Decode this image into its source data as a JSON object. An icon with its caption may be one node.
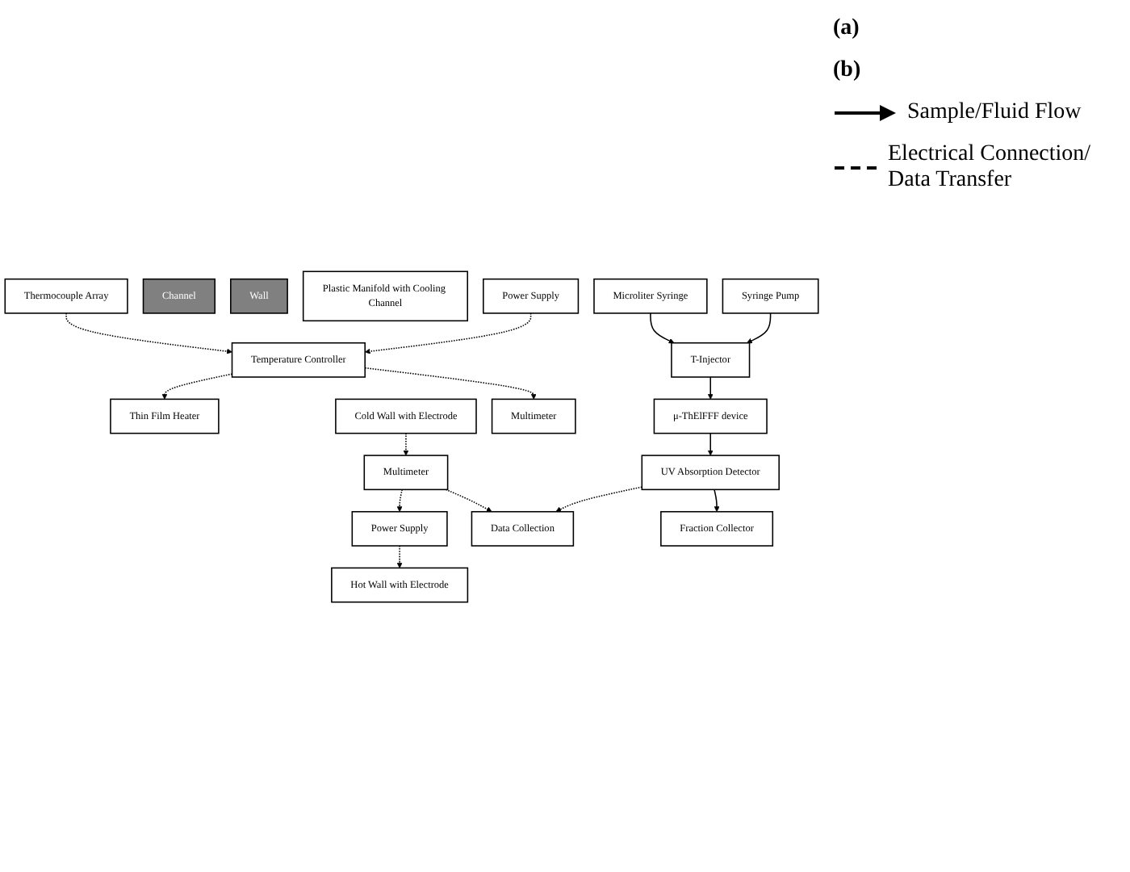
{
  "diagram": {
    "nodes": [
      {
        "text": [
          "Thermocouple Array"
        ]
      },
      {
        "text": [
          "Thin Film Heater"
        ]
      },
      {
        "text": [
          "Hot Wall with Electrode"
        ]
      },
      {
        "text": [
          "Channel"
        ]
      },
      {
        "text": [
          "Wall"
        ]
      },
      {
        "text": [
          "Cold Wall with Electrode"
        ]
      },
      {
        "text": [
          "Plastic Manifold with Cooling Channel"
        ]
      },
      {
        "text": [
          "Temperature Controller"
        ]
      },
      {
        "text": [
          "Power Supply"
        ]
      },
      {
        "text": [
          "Multimeter"
        ]
      },
      {
        "text": [
          "Power Supply"
        ]
      },
      {
        "text": [
          "Multimeter"
        ]
      },
      {
        "text": [
          "Microliter Syringe"
        ]
      },
      {
        "text": [
          "Syringe Pump"
        ]
      },
      {
        "text": [
          "T-Injector"
        ]
      },
      {
        "text": [
          "μ-ThElFFF device"
        ]
      },
      {
        "text": [
          "UV Absorption Detector"
        ]
      },
      {
        "text": [
          "Data Collection"
        ]
      },
      {
        "text": [
          "Fraction Collector"
        ]
      }
    ],
    "edges": [
      {
        "from": 0,
        "to": 7,
        "arrow": "to",
        "style": "dashed"
      },
      {
        "from": 7,
        "to": 1,
        "arrow": "to",
        "style": "dashed"
      },
      {
        "from": 8,
        "to": 7,
        "arrow": "to",
        "style": "dashed"
      },
      {
        "from": 7,
        "to": 9,
        "arrow": "to",
        "style": "dashed"
      },
      {
        "from": 10,
        "to": 2,
        "arrow": "to",
        "style": "dashed"
      },
      {
        "from": 11,
        "to": 10,
        "arrow": "to",
        "style": "dashed"
      },
      {
        "from": 5,
        "to": 11,
        "arrow": "to",
        "style": "dashed"
      },
      {
        "from": 11,
        "to": 17,
        "arrow": "to",
        "style": "dashed"
      },
      {
        "from": 12,
        "to": 14,
        "arrow": "to"
      },
      {
        "from": 13,
        "to": 14,
        "arrow": "to"
      },
      {
        "from": 14,
        "to": 15,
        "arrow": "to"
      },
      {
        "from": 15,
        "to": 16,
        "arrow": "to"
      },
      {
        "from": 16,
        "to": 17,
        "arrow": "to",
        "style": "dashed"
      },
      {
        "from": 16,
        "to": 18,
        "arrow": "to"
      }
    ],
    "labels": [
      "(a)",
      "(b)"
    ],
    "legend": [
      {
        "text": "Sample/Fluid Flow"
      },
      {
        "text": "Electrical Connection/ Data Transfer"
      }
    ]
  }
}
